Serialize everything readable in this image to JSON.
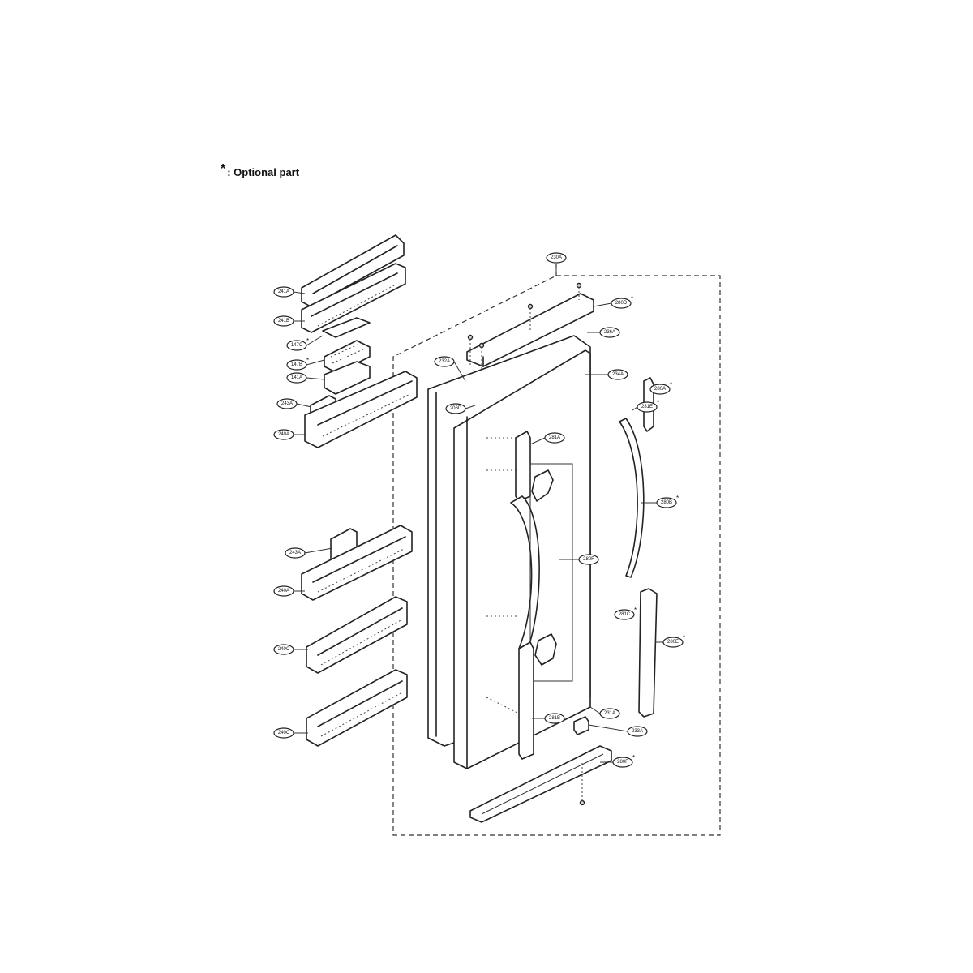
{
  "legend": {
    "star": "*",
    "text": ": Optional part"
  },
  "callouts": [
    {
      "id": "230A",
      "text": "230A"
    },
    {
      "id": "241A",
      "text": "241A"
    },
    {
      "id": "241B",
      "text": "241B"
    },
    {
      "id": "147C",
      "text": "147C",
      "optional": true
    },
    {
      "id": "147B",
      "text": "147B",
      "optional": true
    },
    {
      "id": "141A",
      "text": "141A"
    },
    {
      "id": "243A-top",
      "text": "243A"
    },
    {
      "id": "240A",
      "text": "240A"
    },
    {
      "id": "232A",
      "text": "232A"
    },
    {
      "id": "206D",
      "text": "206D"
    },
    {
      "id": "280D",
      "text": "280D",
      "optional": true
    },
    {
      "id": "236A",
      "text": "236A"
    },
    {
      "id": "234A",
      "text": "234A"
    },
    {
      "id": "280A",
      "text": "280A",
      "optional": true
    },
    {
      "id": "281E",
      "text": "281E",
      "optional": true
    },
    {
      "id": "281A",
      "text": "281A"
    },
    {
      "id": "280B",
      "text": "280B",
      "optional": true
    },
    {
      "id": "280F",
      "text": "280F"
    },
    {
      "id": "243A-mid",
      "text": "243A"
    },
    {
      "id": "240A-mid",
      "text": "240A"
    },
    {
      "id": "281C",
      "text": "281C",
      "optional": true
    },
    {
      "id": "280E",
      "text": "280E",
      "optional": true
    },
    {
      "id": "240C-1",
      "text": "240C"
    },
    {
      "id": "240C-2",
      "text": "240C"
    },
    {
      "id": "281B",
      "text": "281B"
    },
    {
      "id": "231A",
      "text": "231A"
    },
    {
      "id": "233A",
      "text": "233A"
    },
    {
      "id": "280F-bottom",
      "text": "280F",
      "optional": true
    }
  ]
}
